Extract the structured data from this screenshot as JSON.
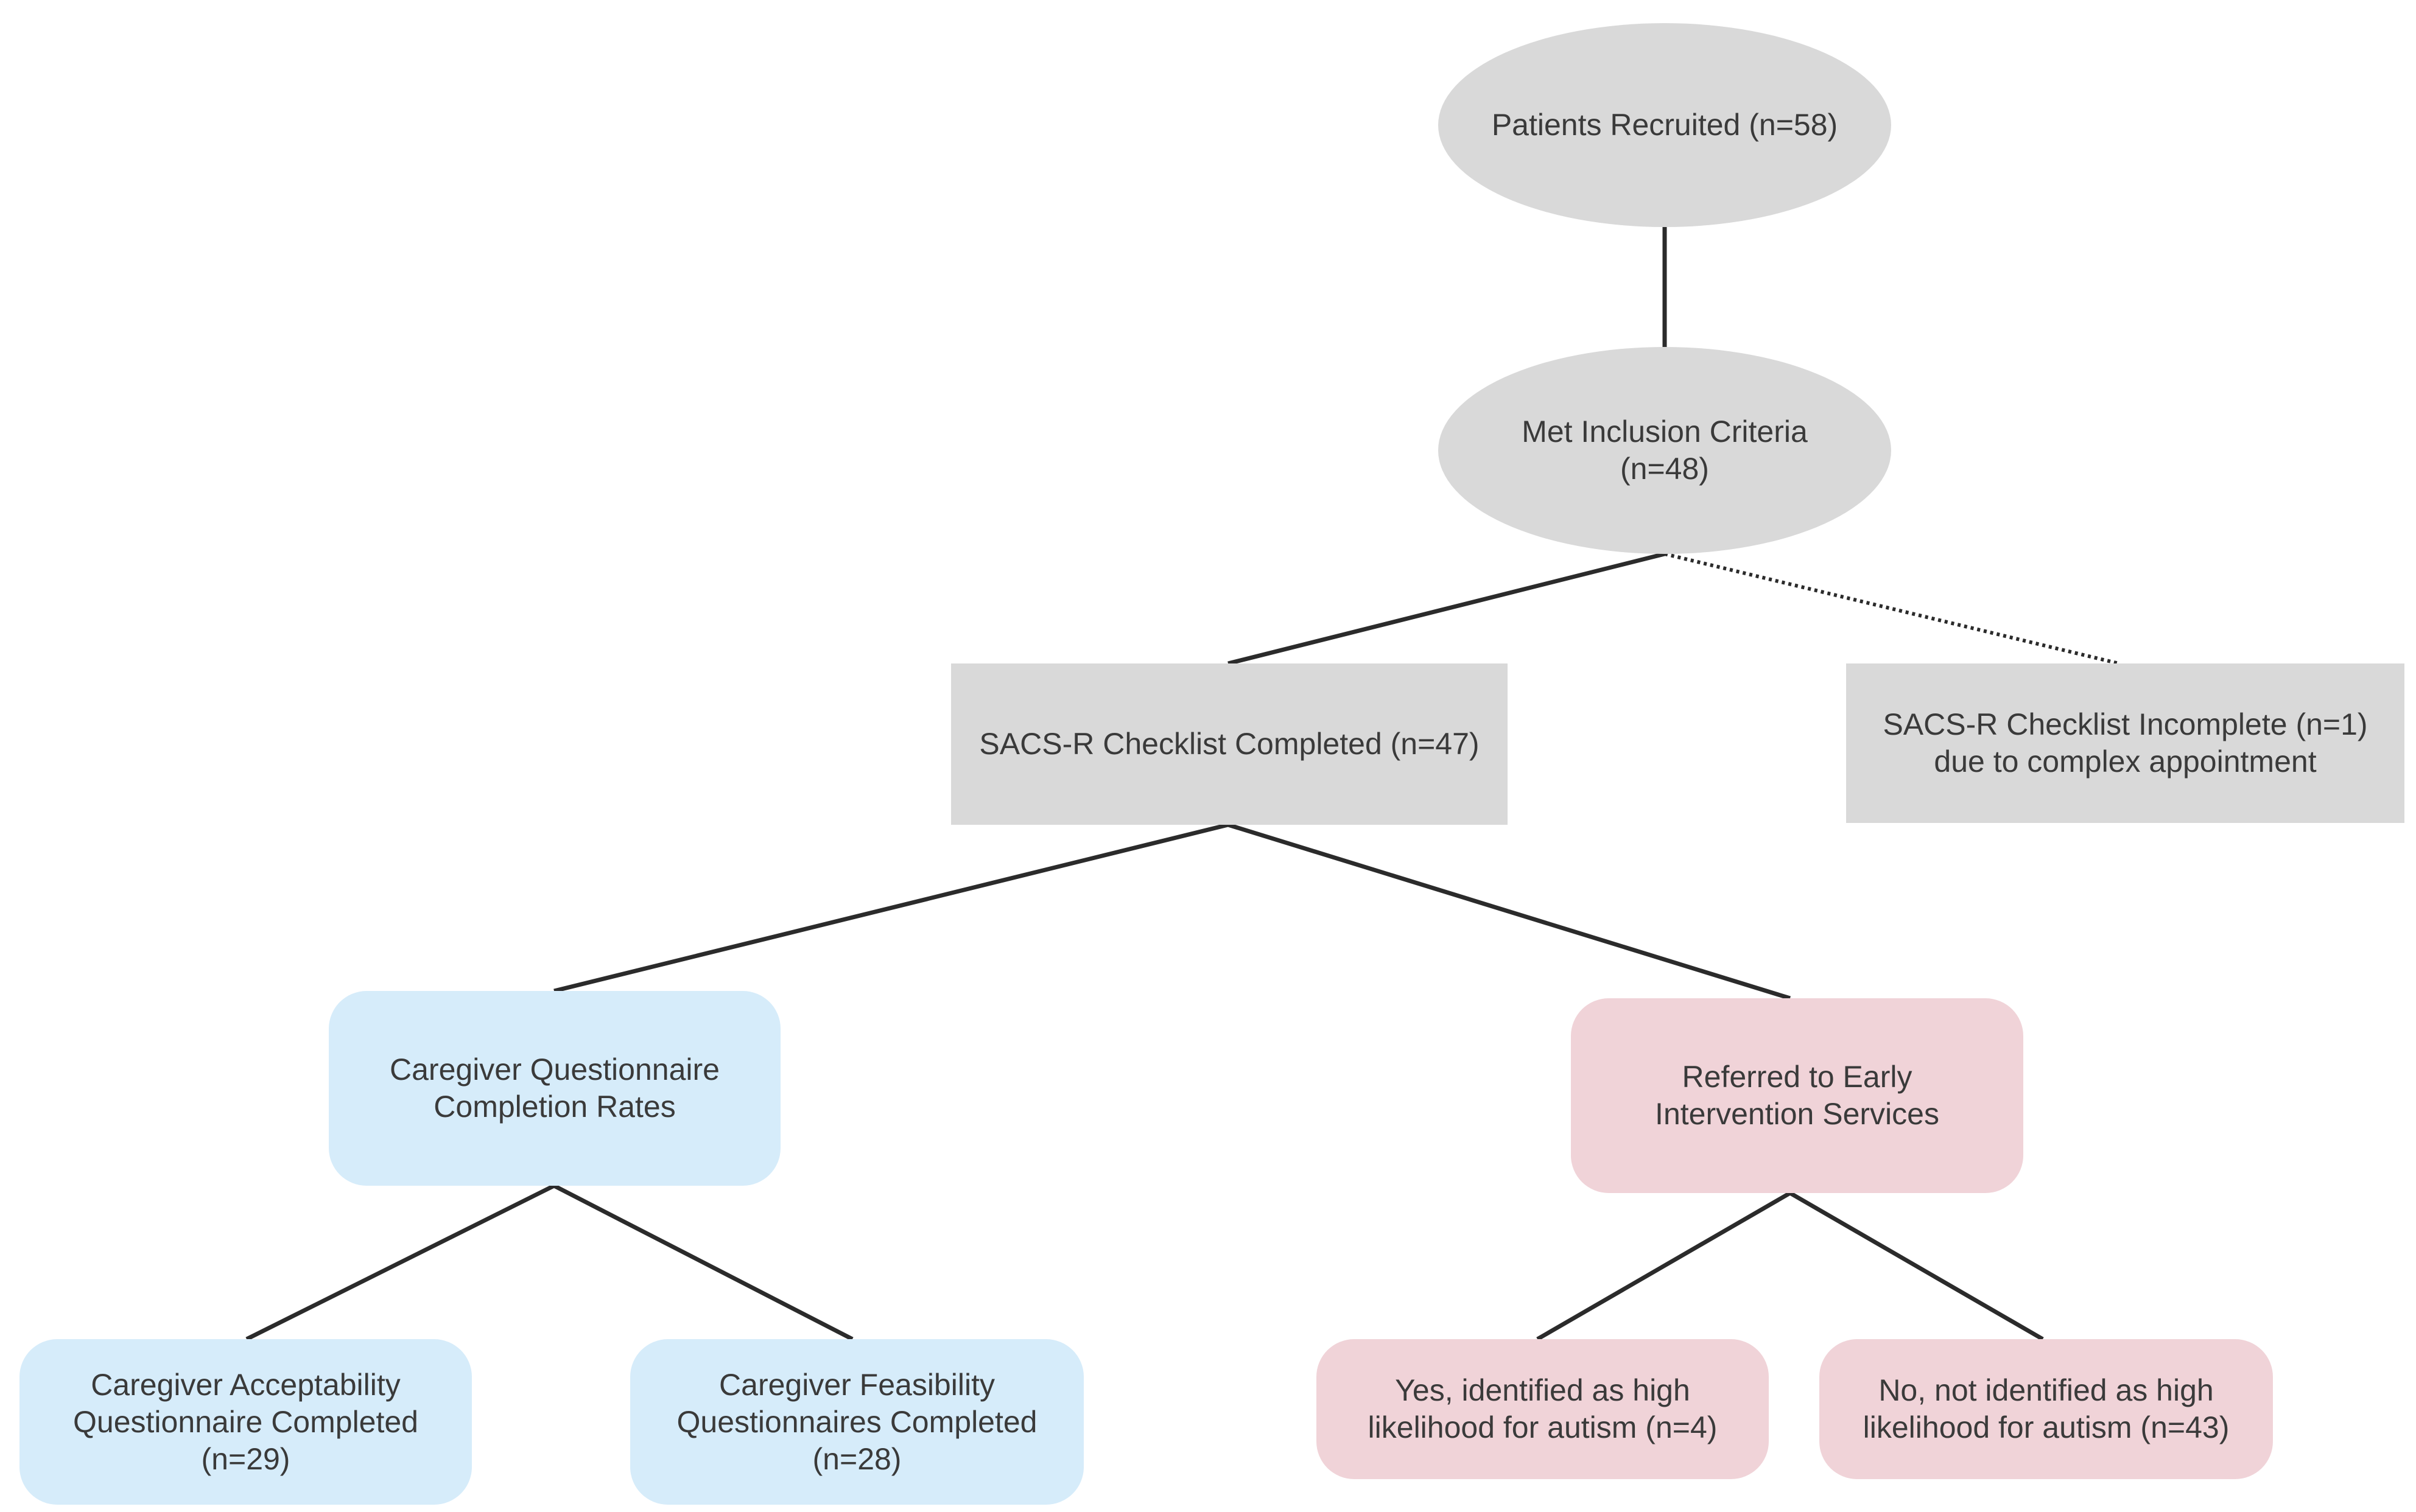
{
  "colors": {
    "gray_node": "#d9d9d9",
    "blue_node": "#d6ecfa",
    "pink_node": "#f0d3d8",
    "text": "#3a3a3a",
    "connector": "#2b2b2b"
  },
  "nodes": {
    "recruited": {
      "lines": [
        "Patients Recruited (n=58)"
      ]
    },
    "inclusion": {
      "lines": [
        "Met Inclusion Criteria",
        "(n=48)"
      ]
    },
    "checklist_completed": {
      "lines": [
        "SACS-R Checklist Completed (n=47)"
      ]
    },
    "checklist_incomplete": {
      "lines": [
        "SACS-R Checklist Incomplete (n=1)",
        "due to complex appointment"
      ]
    },
    "caregiver_rates": {
      "lines": [
        "Caregiver Questionnaire",
        "Completion Rates"
      ]
    },
    "referred": {
      "lines": [
        "Referred to Early",
        "Intervention Services"
      ]
    },
    "acceptability": {
      "lines": [
        "Caregiver Acceptability",
        "Questionnaire Completed",
        "(n=29)"
      ]
    },
    "feasibility": {
      "lines": [
        "Caregiver Feasibility",
        "Questionnaires Completed",
        "(n=28)"
      ]
    },
    "high_likelihood": {
      "lines": [
        "Yes, identified as high",
        "likelihood for autism (n=4)"
      ]
    },
    "not_high_likelihood": {
      "lines": [
        "No, not identified as high",
        "likelihood for autism (n=43)"
      ]
    }
  }
}
